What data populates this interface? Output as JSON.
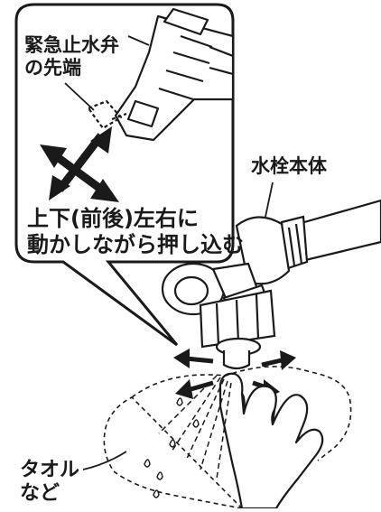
{
  "labels": {
    "valve_tip_line1": "緊急止水弁",
    "valve_tip_line2": "の先端",
    "faucet_body": "水栓本体",
    "instruction_line1": "上下(前後)左右に",
    "instruction_line2": "動かしながら押し込む",
    "towel_line1": "タオル",
    "towel_line2": "など"
  },
  "colors": {
    "line": "#1a1a1a",
    "background": "#ffffff"
  }
}
